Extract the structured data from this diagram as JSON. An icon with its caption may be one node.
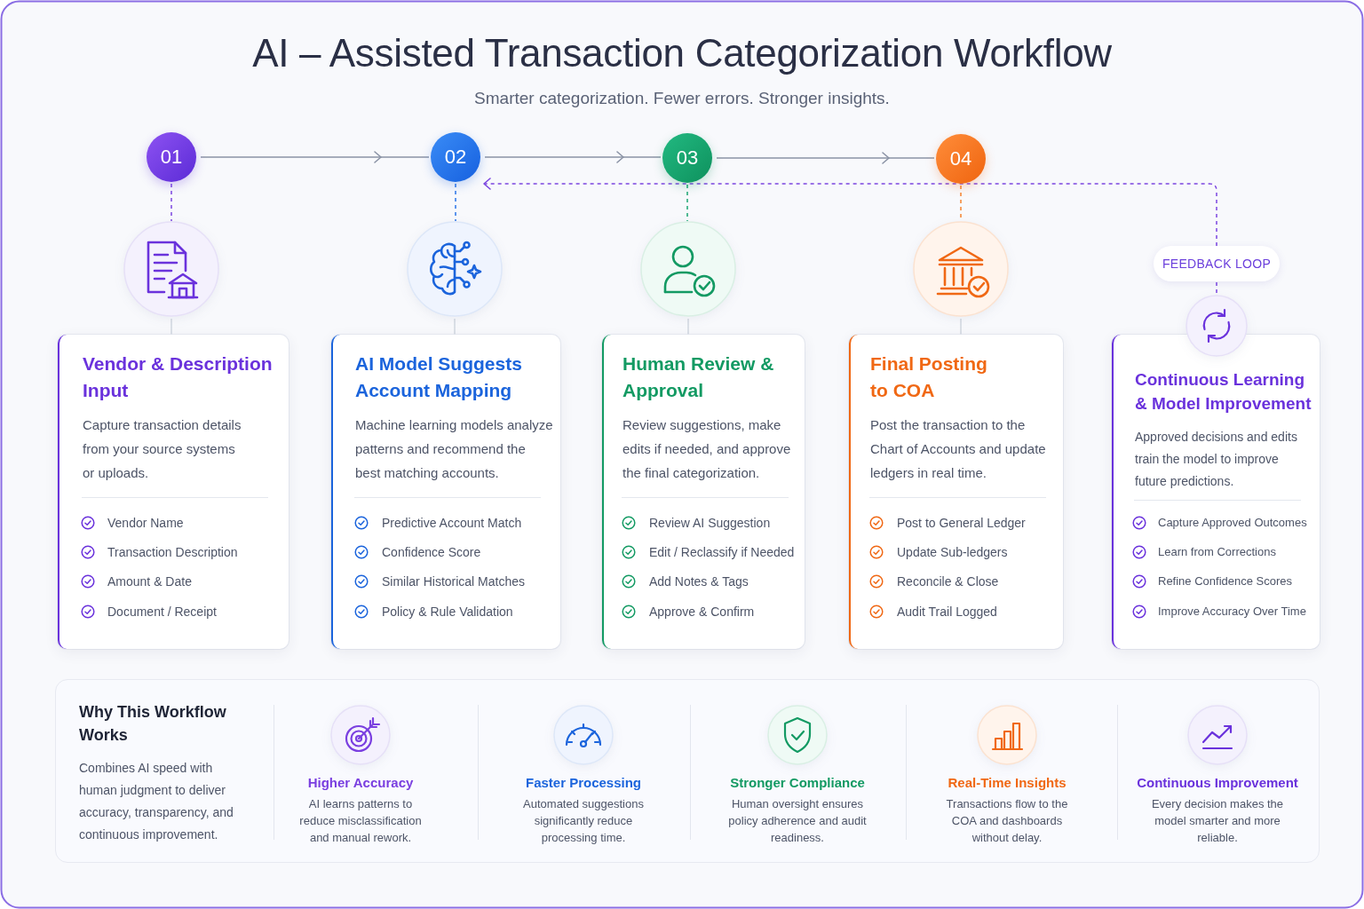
{
  "diagram": {
    "title": "AI – Assisted Transaction Categorization Workflow",
    "nodes": [
      {
        "text": [
          "01"
        ]
      },
      {
        "text": [
          "02"
        ]
      },
      {
        "text": [
          "03"
        ]
      },
      {
        "text": [
          "04"
        ]
      },
      {
        "text": [],
        "shape": "circle"
      },
      {
        "text": [],
        "shape": "circle"
      },
      {
        "text": [],
        "shape": "circle"
      },
      {
        "text": [],
        "shape": "circle"
      },
      {
        "text": [
          "Vendor & Description Input",
          "Capture transaction details from your source systems or uploads.",
          "Vendor Name",
          "Transaction Description",
          "Amount & Date",
          "Document / Receipt"
        ]
      },
      {
        "text": [
          "AI Model Suggests Account Mapping",
          "Machine learning models analyze patterns and recommend the best matching accounts.",
          "Predictive Account Match",
          "Confidence Score",
          "Similar Historical Matches",
          "Policy & Rule Validation"
        ]
      },
      {
        "text": [
          "Human Review & Approval",
          "Review suggestions, make edits if needed, and approve the final categorization.",
          "Review AI Suggestion",
          "Edit / Reclassify if Needed",
          "Add Notes & Tags",
          "Approve & Confirm"
        ]
      },
      {
        "text": [
          "Final Posting to COA",
          "Post the transaction to the Chart of Accounts and update ledgers in real time.",
          "Post to General Ledger",
          "Update Sub-ledgers",
          "Reconcile & Close",
          "Audit Trail Logged"
        ]
      },
      {
        "text": [
          "FEEDBACK LOOP"
        ]
      },
      {
        "text": [],
        "shape": "circle"
      },
      {
        "text": [
          "Continuous Learning & Model Improvement",
          "Approved decisions and edits train the model to improve future predictions.",
          "Capture Approved Outcomes",
          "Learn from Corrections",
          "Refine Confidence Scores",
          "Improve Accuracy Over Time"
        ]
      },
      {
        "text": [
          "Why This Workflow Works",
          "Combines AI speed with human judgment to deliver accuracy, transparency, and continuous improvement."
        ]
      },
      {
        "text": [
          "Higher Accuracy",
          "AI learns patterns to reduce misclassification and manual rework."
        ],
        "in": 15
      },
      {
        "text": [
          "Faster Processing",
          "Automated suggestions significantly reduce processing time."
        ],
        "in": 15
      },
      {
        "text": [
          "Stronger Compliance",
          "Human oversight ensures policy adherence and audit readiness."
        ],
        "in": 15
      },
      {
        "text": [
          "Real-Time Insights",
          "Transactions flow to the COA and dashboards without delay."
        ],
        "in": 15
      },
      {
        "text": [
          "Continuous Improvement",
          "Every decision makes the model smarter and more reliable."
        ],
        "in": 15
      }
    ],
    "edges": [
      {
        "from": 0,
        "to": 1,
        "arrow": "to",
        "color": "#8b93a6"
      },
      {
        "from": 1,
        "to": 2,
        "arrow": "to",
        "color": "#8b93a6"
      },
      {
        "from": 2,
        "to": 3,
        "arrow": "to",
        "color": "#8b93a6"
      },
      {
        "from": 0,
        "to": 4,
        "arrow": "none",
        "style": "dashed",
        "color": "#7b45e0"
      },
      {
        "from": 1,
        "to": 5,
        "arrow": "none",
        "style": "dashed",
        "color": "#2a74e8"
      },
      {
        "from": 2,
        "to": 6,
        "arrow": "none",
        "style": "dashed",
        "color": "#1aa572"
      },
      {
        "from": 3,
        "to": 7,
        "arrow": "none",
        "style": "dashed",
        "color": "#f4832e"
      },
      {
        "from": 4,
        "to": 8,
        "arrow": "none"
      },
      {
        "from": 5,
        "to": 9,
        "arrow": "none"
      },
      {
        "from": 6,
        "to": 10,
        "arrow": "none"
      },
      {
        "from": 7,
        "to": 11,
        "arrow": "none"
      },
      {
        "from": 13,
        "to": 12,
        "arrow": "none",
        "style": "dashed",
        "color": "#7b45e0"
      },
      {
        "from": 12,
        "to": 1,
        "arrow": "to",
        "style": "dashed",
        "color": "#7b45e0"
      }
    ],
    "labels": [
      "Smarter categorization. Fewer errors. Stronger insights."
    ]
  }
}
